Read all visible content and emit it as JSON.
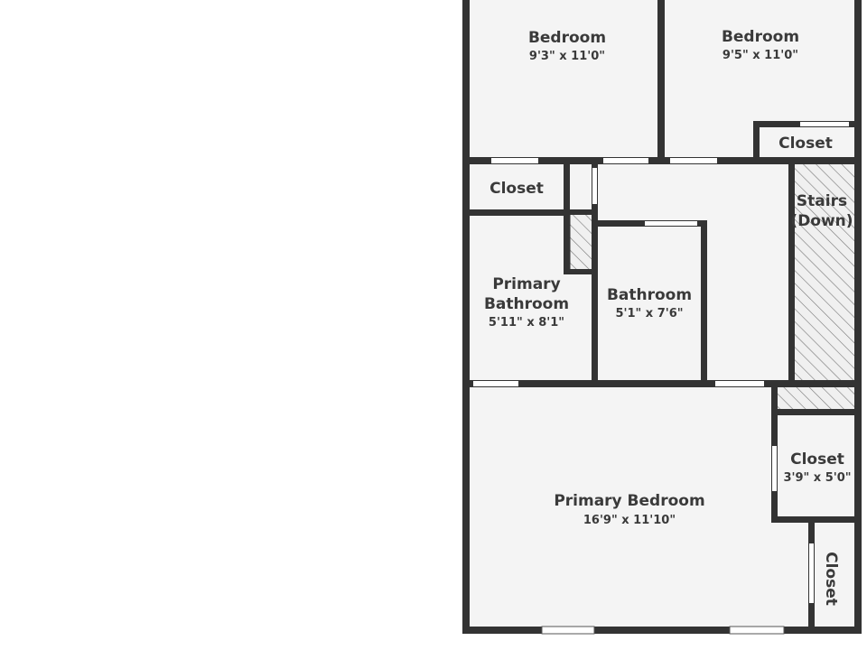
{
  "rooms": {
    "bedroom_a": {
      "name": "Bedroom",
      "dims": "9'3\" x 11'0\""
    },
    "bedroom_b": {
      "name": "Bedroom",
      "dims": "9'5\" x 11'0\""
    },
    "closet_top_right": {
      "name": "Closet"
    },
    "closet_left": {
      "name": "Closet"
    },
    "stairs": {
      "name_line1": "Stairs",
      "name_line2": "(Down)"
    },
    "primary_bathroom": {
      "name_line1": "Primary",
      "name_line2": "Bathroom",
      "dims": "5'11\" x 8'1\""
    },
    "bathroom": {
      "name": "Bathroom",
      "dims": "5'1\" x 7'6\""
    },
    "closet_right": {
      "name": "Closet",
      "dims": "3'9\" x 5'0\""
    },
    "primary_bedroom": {
      "name": "Primary Bedroom",
      "dims": "16'9\" x 11'10\""
    },
    "closet_vertical": {
      "name": "Closet"
    }
  },
  "colors": {
    "wall": "#333333",
    "floor": "#f4f4f4",
    "text": "#3a3a3a"
  }
}
